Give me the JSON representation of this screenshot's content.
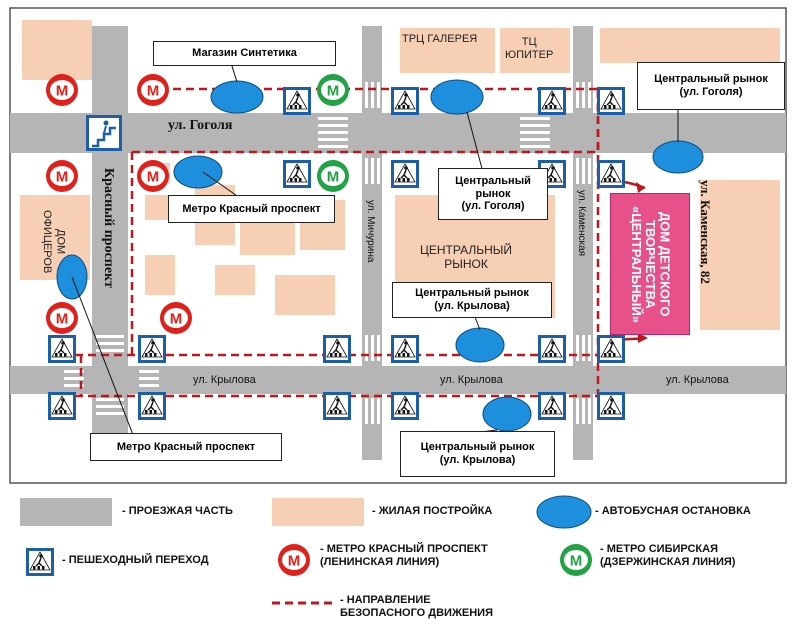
{
  "streets": {
    "gogolya": "ул. Гоголя",
    "krylova_left": "ул. Крылова",
    "krylova_mid": "ул. Крылова",
    "krylova_right": "ул. Крылова",
    "krasny": "Красный проспект",
    "michurina": "ул. Мичурина",
    "kamenskaya": "ул. Каменская",
    "kamenskaya_82": "ул. Каменская, 82"
  },
  "buildings": {
    "galereya": "ТРЦ ГАЛЕРЕЯ",
    "jupiter": "ТЦ\nЮПИТЕР",
    "dom_oficerov": "ДОМ\nОФИЦЕРОВ",
    "central_market": "ЦЕНТРАЛЬНЫЙ\nРЫНОК",
    "target": "ДОМ ДЕТСКОГО\nТВОРЧЕСТВА\n«ЦЕНТРАЛЬНЫЙ»"
  },
  "stop_labels": {
    "sintetika": "Магазин Синтетика",
    "central_gogolya_right": "Центральный рынок\n(ул. Гоголя)",
    "central_gogolya_mid": "Центральный\nрынок\n(ул. Гоголя)",
    "metro_krasny_top": "Метро Красный проспект",
    "central_krylova_top": "Центральный рынок\n(ул. Крылова)",
    "metro_krasny_bottom": "Метро Красный проспект",
    "central_krylova_bottom": "Центральный рынок\n(ул. Крылова)"
  },
  "metro_letter": "М",
  "legend": {
    "road": "- ПРОЕЗЖАЯ ЧАСТЬ",
    "house": "- ЖИЛАЯ ПОСТРОЙКА",
    "bus_stop": "- АВТОБУСНАЯ ОСТАНОВКА",
    "crossing": "- ПЕШЕХОДНЫЙ ПЕРЕХОД",
    "metro_red": "- МЕТРО КРАСНЫЙ ПРОСПЕКТ\n(ЛЕНИНСКАЯ ЛИНИЯ)",
    "metro_green": "- МЕТРО СИБИРСКАЯ\n(ДЗЕРЖИНСКАЯ ЛИНИЯ)",
    "route": "- НАПРАВЛЕНИЕ\nБЕЗОПАСНОГО ДВИЖЕНИЯ"
  },
  "colors": {
    "road": "#b5b5b5",
    "house": "#f6cfb5",
    "bus_stop": "#1e8fdc",
    "metro_red": "#e0201b",
    "metro_green": "#21a244",
    "crossing_bg": "#1c5fa8",
    "route": "#c0171f",
    "target": "#e8508a"
  },
  "icons": {
    "metro": "metro-m-icon",
    "crossing": "pedestrian-crossing-icon",
    "underpass": "underpass-stairs-icon",
    "bus_stop": "bus-stop-ellipse"
  }
}
